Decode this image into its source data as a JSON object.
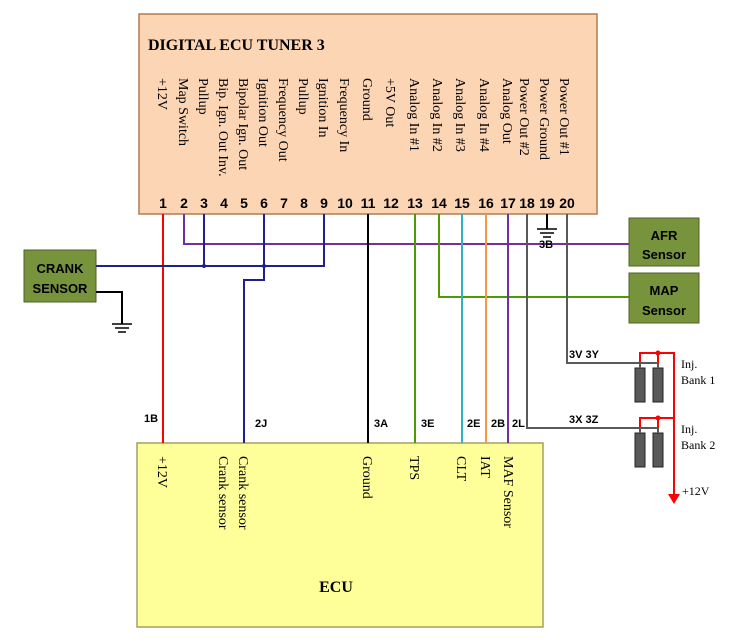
{
  "tuner": {
    "title": "DIGITAL ECU TUNER 3",
    "pins": [
      {
        "num": "1",
        "label": "+12V"
      },
      {
        "num": "2",
        "label": "Map Switch"
      },
      {
        "num": "3",
        "label": "Pullup"
      },
      {
        "num": "4",
        "label": "Bip. Ign. Out Inv."
      },
      {
        "num": "5",
        "label": "Bipolar Ign. Out"
      },
      {
        "num": "6",
        "label": "Ignition Out"
      },
      {
        "num": "7",
        "label": "Frequency Out"
      },
      {
        "num": "8",
        "label": "Pullup"
      },
      {
        "num": "9",
        "label": "Ignition In"
      },
      {
        "num": "10",
        "label": "Frequency In"
      },
      {
        "num": "11",
        "label": "Ground"
      },
      {
        "num": "12",
        "label": "+5V Out"
      },
      {
        "num": "13",
        "label": "Analog In #1"
      },
      {
        "num": "14",
        "label": "Analog In #2"
      },
      {
        "num": "15",
        "label": "Analog In #3"
      },
      {
        "num": "16",
        "label": "Analog In #4"
      },
      {
        "num": "17",
        "label": "Analog Out"
      },
      {
        "num": "18",
        "label": "Power Out #2"
      },
      {
        "num": "19",
        "label": "Power Ground"
      },
      {
        "num": "20",
        "label": "Power Out #1"
      }
    ]
  },
  "ecu": {
    "title": "ECU",
    "labels": {
      "p12v": "+12V",
      "crank1": "Crank sensor",
      "crank2": "Crank sensor",
      "ground": "Ground",
      "tps": "TPS",
      "clt": "CLT",
      "iat": "IAT",
      "maf": "MAF Sensor"
    }
  },
  "crank": {
    "line1": "CRANK",
    "line2": "SENSOR"
  },
  "afr": {
    "line1": "AFR",
    "line2": "Sensor"
  },
  "map": {
    "line1": "MAP",
    "line2": "Sensor"
  },
  "wires": {
    "w1B": "1B",
    "w2J": "2J",
    "w3A": "3A",
    "w3E": "3E",
    "w2E": "2E",
    "w2B": "2B",
    "w2L": "2L",
    "w3B": "3B",
    "w3V3Y": "3V 3Y",
    "w3X3Z": "3X 3Z"
  },
  "injectors": {
    "bank1_l1": "Inj.",
    "bank1_l2": "Bank 1",
    "bank2_l1": "Inj.",
    "bank2_l2": "Bank 2",
    "supply": "+12V"
  },
  "colors": {
    "tuner_fill": "#fcd5b5",
    "ecu_fill": "#ffff99",
    "sensor_fill": "#77933c",
    "red": "#ff0000",
    "purple": "#7030a0",
    "navy": "#1f1f8f",
    "green": "#4e9a06",
    "teal": "#31b0c0",
    "orange": "#f79646",
    "gray": "#595959"
  }
}
